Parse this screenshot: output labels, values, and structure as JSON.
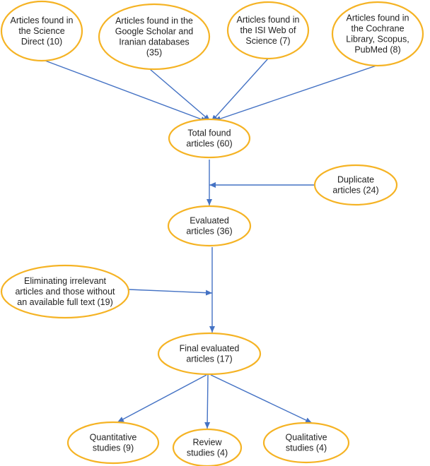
{
  "colors": {
    "node_stroke": "#F5B324",
    "node_fill": "#FFFFFF",
    "arrow": "#4472C4",
    "text": "#222222"
  },
  "nodes": {
    "science_direct": {
      "lines": [
        "Articles found in",
        "the Science",
        "Direct (10)"
      ]
    },
    "google_scholar": {
      "lines": [
        "Articles found in the",
        "Google Scholar and",
        "Iranian databases",
        "(35)"
      ]
    },
    "isi": {
      "lines": [
        "Articles found in",
        "the ISI Web of",
        "Science (7)"
      ]
    },
    "cochrane": {
      "lines": [
        "Articles found in",
        "the Cochrane",
        "Library, Scopus,",
        "PubMed (8)"
      ]
    },
    "total_found": {
      "lines": [
        "Total found",
        "articles (60)"
      ]
    },
    "duplicate": {
      "lines": [
        "Duplicate",
        "articles (24)"
      ]
    },
    "evaluated": {
      "lines": [
        "Evaluated",
        "articles (36)"
      ]
    },
    "eliminating": {
      "lines": [
        "Eliminating irrelevant",
        "articles and those without",
        "an available full text (19)"
      ]
    },
    "final": {
      "lines": [
        "Final evaluated",
        "articles (17)"
      ]
    },
    "quantitative": {
      "lines": [
        "Quantitative",
        "studies (9)"
      ]
    },
    "review": {
      "lines": [
        "Review",
        "studies (4)"
      ]
    },
    "qualitative": {
      "lines": [
        "Qualitative",
        "studies (4)"
      ]
    }
  },
  "edges": [
    {
      "from": "science_direct",
      "to": "total_found"
    },
    {
      "from": "google_scholar",
      "to": "total_found"
    },
    {
      "from": "isi",
      "to": "total_found"
    },
    {
      "from": "cochrane",
      "to": "total_found"
    },
    {
      "from": "total_found",
      "to": "evaluated"
    },
    {
      "from": "duplicate",
      "to": "evaluated"
    },
    {
      "from": "evaluated",
      "to": "final"
    },
    {
      "from": "eliminating",
      "to": "final"
    },
    {
      "from": "final",
      "to": "quantitative"
    },
    {
      "from": "final",
      "to": "review"
    },
    {
      "from": "final",
      "to": "qualitative"
    }
  ]
}
